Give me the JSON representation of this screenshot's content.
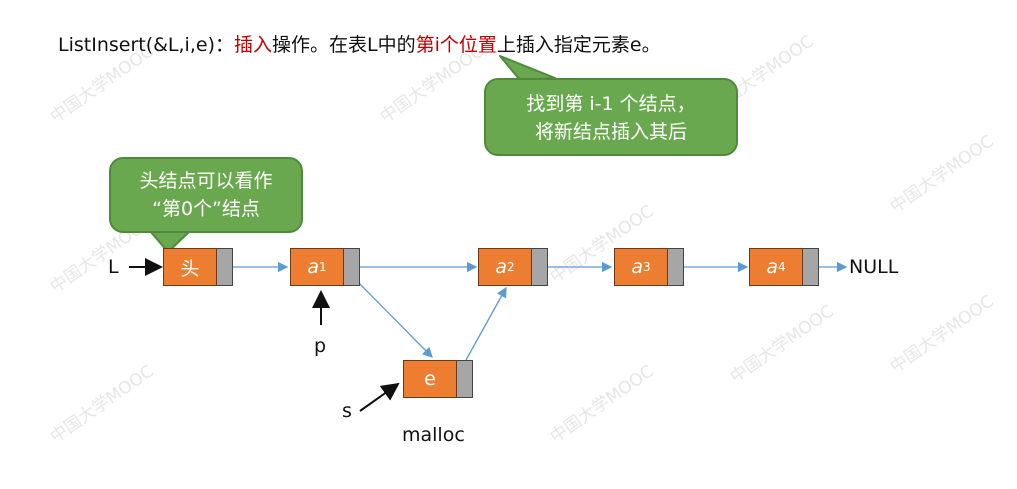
{
  "title": {
    "prefix": "ListInsert(&L,i,e)：",
    "highlight1": "插入",
    "middle": "操作。在表L中的",
    "highlight2": "第i个位置",
    "suffix": "上插入指定元素e。"
  },
  "callouts": {
    "find": {
      "line1": "找到第 i-1 个结点，",
      "line2": "将新结点插入其后"
    },
    "head": {
      "line1": "头结点可以看作",
      "line2": "“第0个”结点"
    }
  },
  "nodes": {
    "head": "头",
    "a1": {
      "base": "a",
      "sub": "1"
    },
    "a2": {
      "base": "a",
      "sub": "2"
    },
    "a3": {
      "base": "a",
      "sub": "3"
    },
    "a4": {
      "base": "a",
      "sub": "4"
    },
    "e": "e"
  },
  "labels": {
    "L": "L",
    "null": "NULL",
    "p": "p",
    "s": "s",
    "malloc": "malloc"
  },
  "watermark": "中国大学MOOC",
  "colors": {
    "node_fill": "#ed7d31",
    "pointer_fill": "#a6a6a6",
    "callout_fill": "#6aa84f",
    "link_line": "#5b9bd5",
    "highlight_text": "#c00000"
  }
}
